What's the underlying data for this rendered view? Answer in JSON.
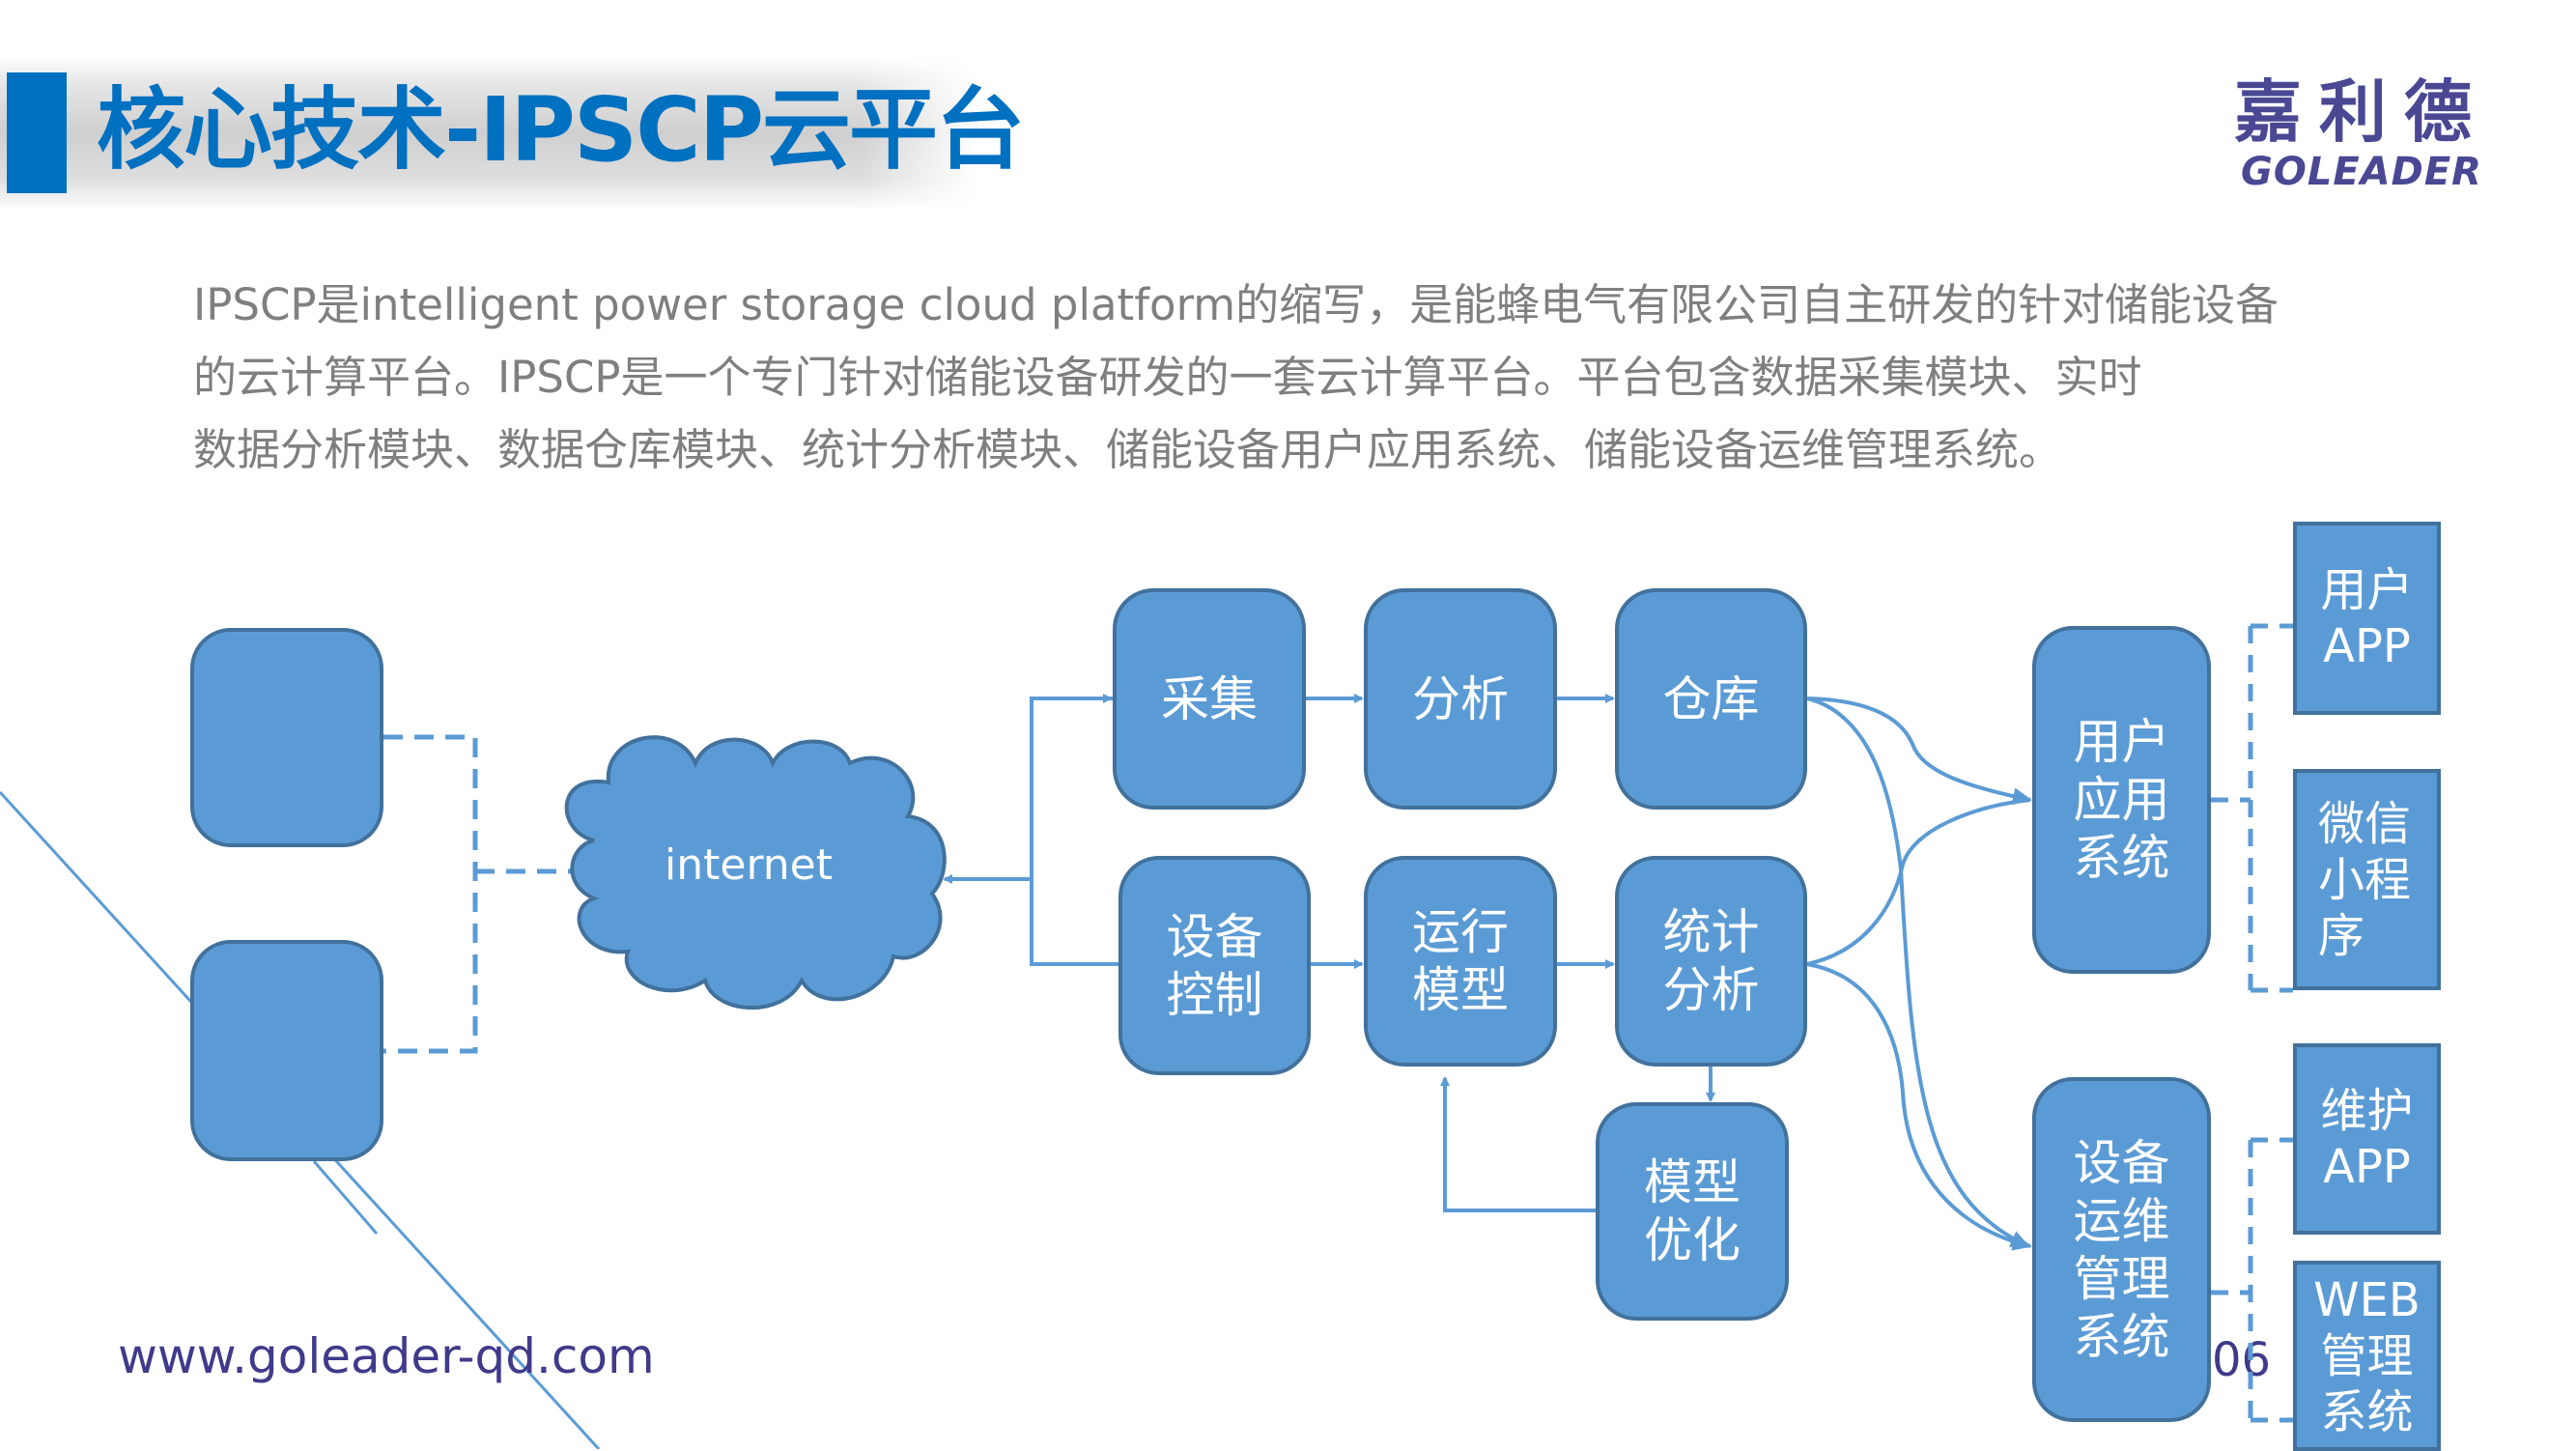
{
  "header": {
    "title": "核心技术-IPSCP云平台",
    "logo_cn": "嘉利德",
    "logo_en": "GOLEADER"
  },
  "intro": {
    "lines": [
      "IPSCP是intelligent  power  storage  cloud  platform的缩写，是能蜂电气有限公司自主研发的针对储能设备",
      "的云计算平台。IPSCP是一个专门针对储能设备研发的一套云计算平台。平台包含数据采集模块、实时",
      "数据分析模块、数据仓库模块、统计分析模块、储能设备用户应用系统、储能设备运维管理系统。"
    ]
  },
  "diagram": {
    "colors": {
      "fill": "#5b9bd5",
      "stroke": "#41719c",
      "line": "#5b9bd5",
      "title": "#0070c0",
      "brand": "#4a4793"
    },
    "cloud_label": "internet",
    "nodes": {
      "collect": "采集",
      "analyze": "分析",
      "warehouse": "仓库",
      "device_control": "设备\n控制",
      "run_model": "运行\n模型",
      "stat_analysis": "统计\n分析",
      "model_opt": "模型\n优化",
      "user_app_system": "用户\n应用\n系统",
      "device_ops_system": "设备\n运维\n管理\n系统",
      "user_app": "用户\nAPP",
      "wechat_mini": "微信\n小程\n序",
      "maint_app": "维护\nAPP",
      "web_mgmt": "WEB\n管理\n系统"
    }
  },
  "footer": {
    "url": "www.goleader-qd.com",
    "phone_fragment": "06"
  }
}
